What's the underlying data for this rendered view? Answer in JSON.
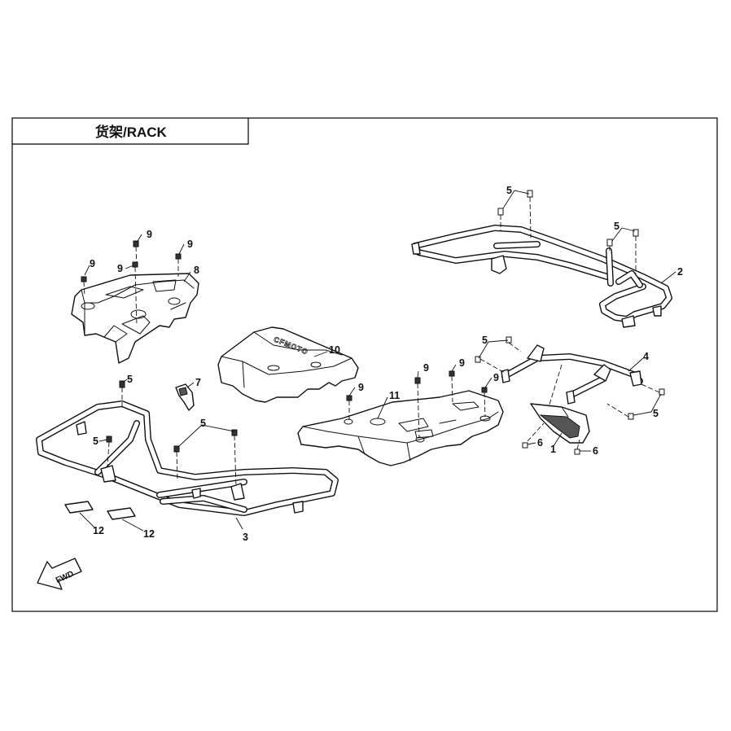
{
  "title": "货架/RACK",
  "fwd_label": "FWD",
  "logo_text": "CFMOTO",
  "callouts": [
    {
      "id": "callout-1",
      "label": "1"
    },
    {
      "id": "callout-2",
      "label": "2"
    },
    {
      "id": "callout-3",
      "label": "3"
    },
    {
      "id": "callout-4",
      "label": "4"
    },
    {
      "id": "callout-5",
      "label": "5"
    },
    {
      "id": "callout-6",
      "label": "6"
    },
    {
      "id": "callout-7",
      "label": "7"
    },
    {
      "id": "callout-8",
      "label": "8"
    },
    {
      "id": "callout-9",
      "label": "9"
    },
    {
      "id": "callout-10",
      "label": "10"
    },
    {
      "id": "callout-11",
      "label": "11"
    },
    {
      "id": "callout-12",
      "label": "12"
    }
  ],
  "parts": {
    "p1": "1",
    "p2": "2",
    "p3": "3",
    "p4": "4",
    "p5": "5",
    "p6": "6",
    "p7": "7",
    "p8": "8",
    "p9": "9",
    "p10": "10",
    "p11": "11",
    "p12": "12"
  }
}
